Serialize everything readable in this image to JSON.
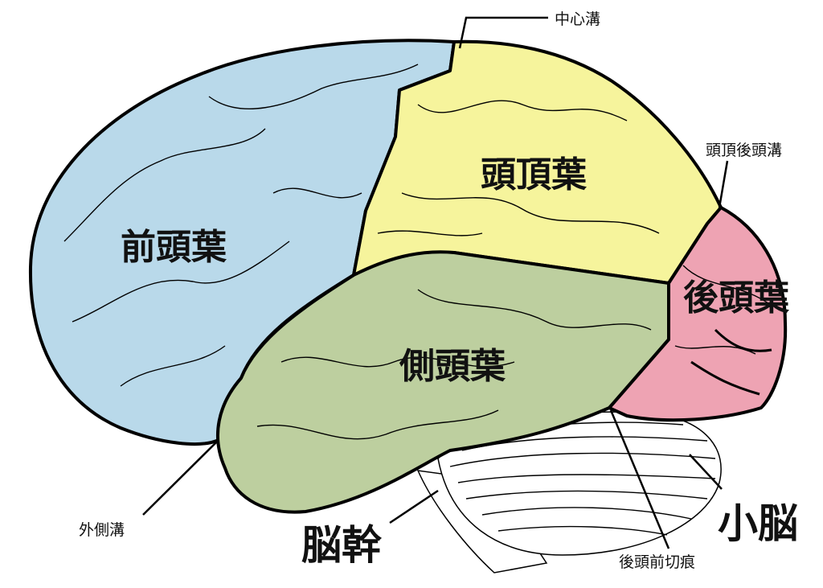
{
  "title": "脳の葉",
  "colors": {
    "frontal": "#b9d9ea",
    "parietal": "#f6f49c",
    "occipital": "#eea3b3",
    "temporal": "#bdcf9f",
    "cerebellum": "#ffffff"
  },
  "lobes": {
    "frontal": "前頭葉",
    "parietal": "頭頂葉",
    "occipital": "後頭葉",
    "temporal": "側頭葉"
  },
  "structures": {
    "brainstem": "脳幹",
    "cerebellum": "小脳"
  },
  "sulci": {
    "central": "中心溝",
    "parieto_occipital": "頭頂後頭溝",
    "lateral": "外側溝",
    "preoccipital_notch": "後頭前切痕"
  }
}
